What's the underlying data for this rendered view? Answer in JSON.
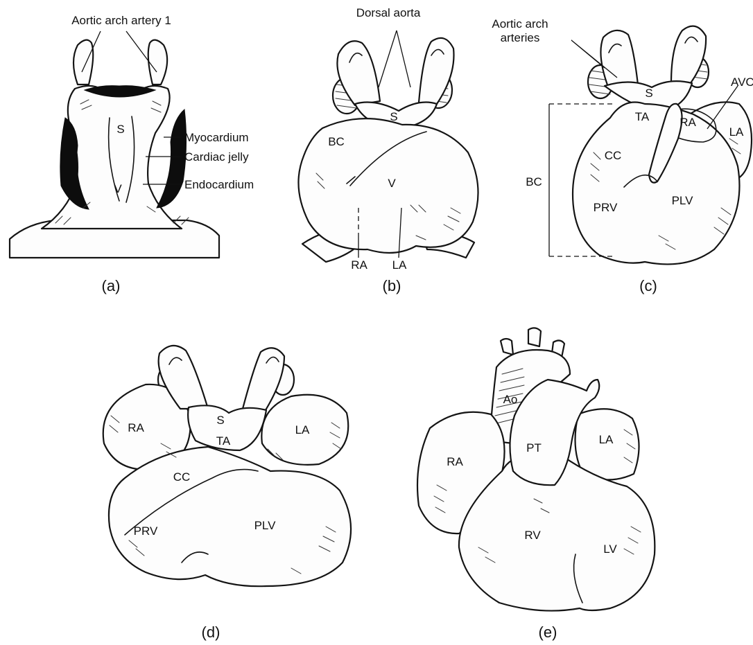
{
  "panels": {
    "a": {
      "caption": "(a)",
      "labels": {
        "aortic_arch_artery_1": "Aortic arch artery 1",
        "s": "S",
        "v": "V",
        "myocardium": "Myocardium",
        "cardiac_jelly": "Cardiac jelly",
        "endocardium": "Endocardium"
      }
    },
    "b": {
      "caption": "(b)",
      "labels": {
        "dorsal_aorta": "Dorsal aorta",
        "s": "S",
        "bc": "BC",
        "v": "V",
        "ra": "RA",
        "la": "LA"
      }
    },
    "c": {
      "caption": "(c)",
      "labels": {
        "aortic_arch_arteries": "Aortic arch\narteries",
        "s": "S",
        "ta": "TA",
        "ra": "RA",
        "avc": "AVC",
        "la": "LA",
        "cc": "CC",
        "bc": "BC",
        "prv": "PRV",
        "plv": "PLV"
      }
    },
    "d": {
      "caption": "(d)",
      "labels": {
        "ra": "RA",
        "s": "S",
        "ta": "TA",
        "la": "LA",
        "cc": "CC",
        "prv": "PRV",
        "plv": "PLV"
      }
    },
    "e": {
      "caption": "(e)",
      "labels": {
        "ao": "Ao",
        "ra": "RA",
        "pt": "PT",
        "la": "LA",
        "rv": "RV",
        "lv": "LV"
      }
    }
  }
}
